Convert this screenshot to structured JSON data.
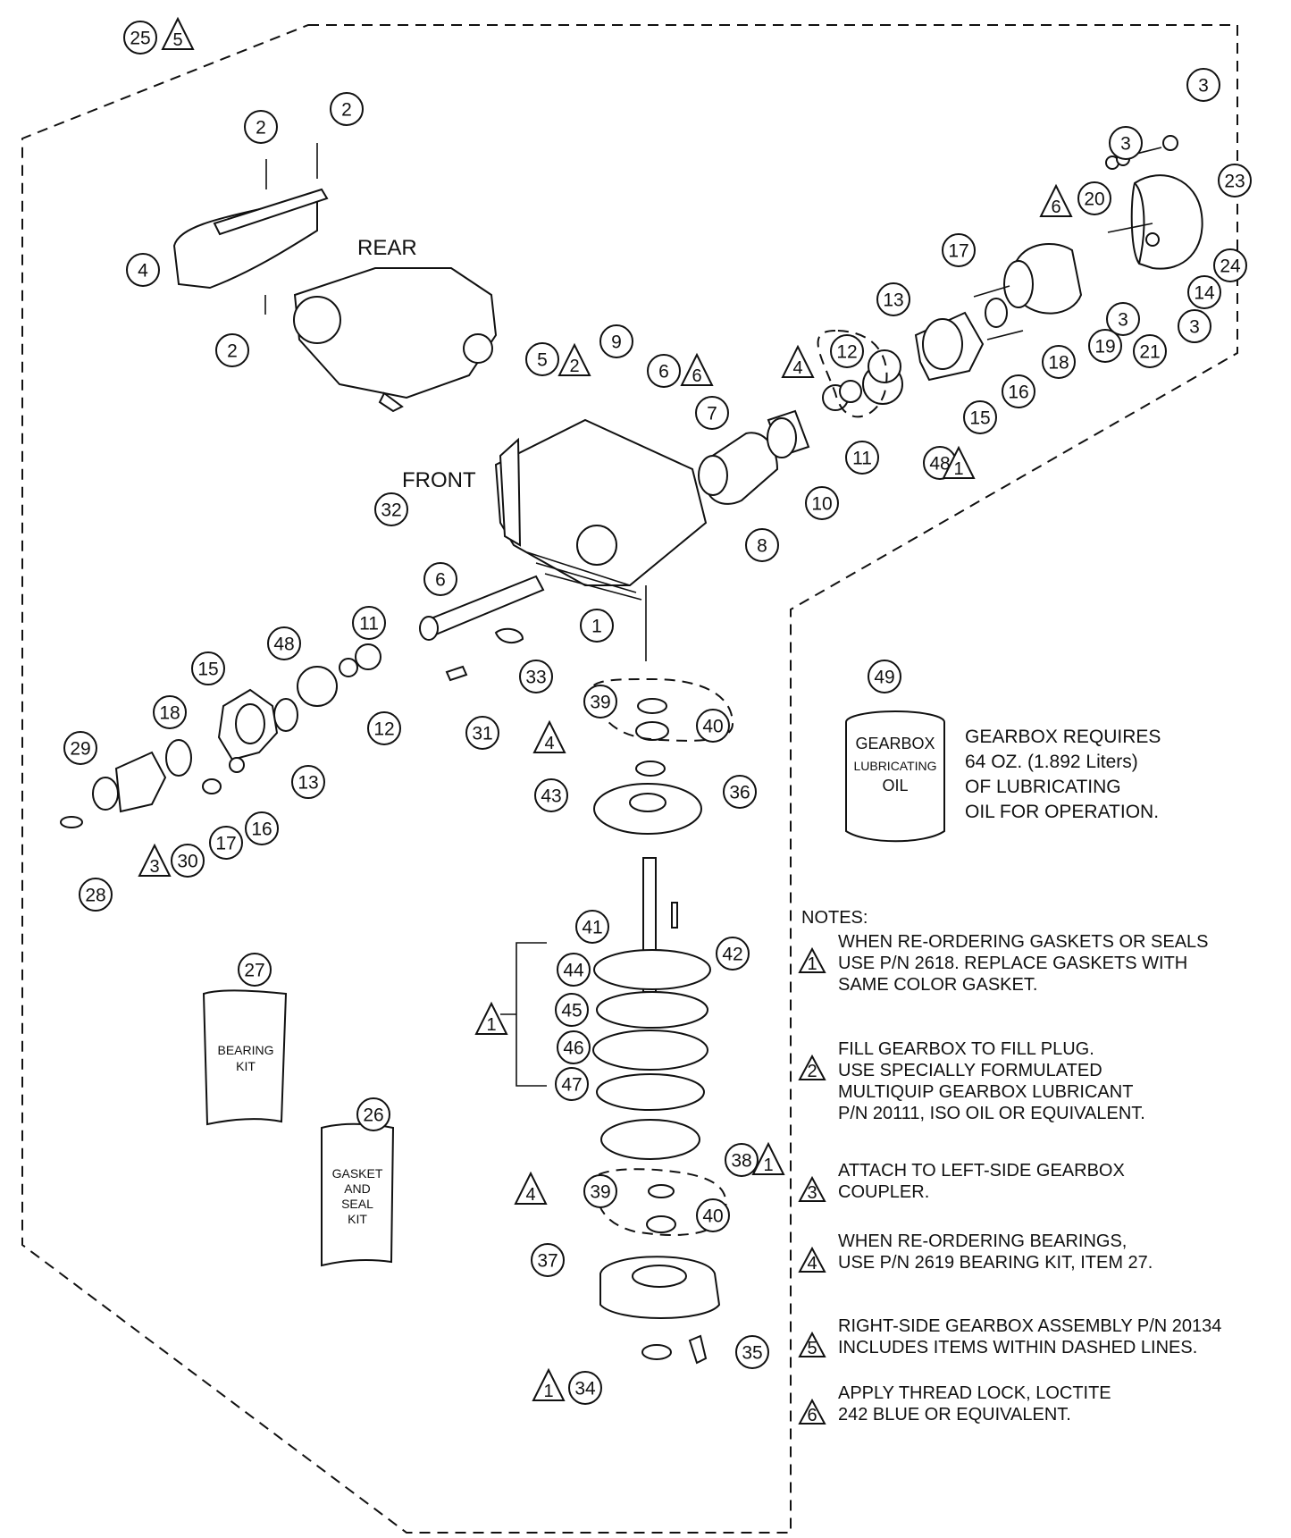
{
  "labels": {
    "rear": "REAR",
    "front": "FRONT"
  },
  "callouts": [
    {
      "id": "c25",
      "text": "25"
    },
    {
      "id": "c2a",
      "text": "2"
    },
    {
      "id": "c2b",
      "text": "2"
    },
    {
      "id": "c4",
      "text": "4"
    },
    {
      "id": "c2c",
      "text": "2"
    },
    {
      "id": "c5",
      "text": "5"
    },
    {
      "id": "c9",
      "text": "9"
    },
    {
      "id": "c6a",
      "text": "6"
    },
    {
      "id": "c7",
      "text": "7"
    },
    {
      "id": "c32",
      "text": "32"
    },
    {
      "id": "c6b",
      "text": "6"
    },
    {
      "id": "c8",
      "text": "8"
    },
    {
      "id": "c10",
      "text": "10"
    },
    {
      "id": "c12a",
      "text": "12"
    },
    {
      "id": "c11a",
      "text": "11"
    },
    {
      "id": "c13a",
      "text": "13"
    },
    {
      "id": "c48a",
      "text": "48"
    },
    {
      "id": "c15a",
      "text": "15"
    },
    {
      "id": "c16a",
      "text": "16"
    },
    {
      "id": "c17a",
      "text": "17"
    },
    {
      "id": "c18a",
      "text": "18"
    },
    {
      "id": "c19",
      "text": "19"
    },
    {
      "id": "c20",
      "text": "20"
    },
    {
      "id": "c21",
      "text": "21"
    },
    {
      "id": "c3a",
      "text": "3"
    },
    {
      "id": "c3b",
      "text": "3"
    },
    {
      "id": "c3c",
      "text": "3"
    },
    {
      "id": "c3d",
      "text": "3"
    },
    {
      "id": "c14",
      "text": "14"
    },
    {
      "id": "c23",
      "text": "23"
    },
    {
      "id": "c24",
      "text": "24"
    },
    {
      "id": "c1",
      "text": "1"
    },
    {
      "id": "c33",
      "text": "33"
    },
    {
      "id": "c31",
      "text": "31"
    },
    {
      "id": "c11b",
      "text": "11"
    },
    {
      "id": "c12b",
      "text": "12"
    },
    {
      "id": "c48b",
      "text": "48"
    },
    {
      "id": "c13b",
      "text": "13"
    },
    {
      "id": "c15b",
      "text": "15"
    },
    {
      "id": "c18b",
      "text": "18"
    },
    {
      "id": "c29",
      "text": "29"
    },
    {
      "id": "c30",
      "text": "30"
    },
    {
      "id": "c17b",
      "text": "17"
    },
    {
      "id": "c16b",
      "text": "16"
    },
    {
      "id": "c28",
      "text": "28"
    },
    {
      "id": "c39a",
      "text": "39"
    },
    {
      "id": "c40a",
      "text": "40"
    },
    {
      "id": "c36",
      "text": "36"
    },
    {
      "id": "c43",
      "text": "43"
    },
    {
      "id": "c41",
      "text": "41"
    },
    {
      "id": "c42",
      "text": "42"
    },
    {
      "id": "c44",
      "text": "44"
    },
    {
      "id": "c45",
      "text": "45"
    },
    {
      "id": "c46",
      "text": "46"
    },
    {
      "id": "c47",
      "text": "47"
    },
    {
      "id": "c38",
      "text": "38"
    },
    {
      "id": "c39b",
      "text": "39"
    },
    {
      "id": "c40b",
      "text": "40"
    },
    {
      "id": "c37",
      "text": "37"
    },
    {
      "id": "c34",
      "text": "34"
    },
    {
      "id": "c35",
      "text": "35"
    },
    {
      "id": "c27",
      "text": "27"
    },
    {
      "id": "c26",
      "text": "26"
    },
    {
      "id": "c49",
      "text": "49"
    }
  ],
  "triangles": [
    {
      "id": "t5a",
      "text": "5"
    },
    {
      "id": "t2",
      "text": "2"
    },
    {
      "id": "t6a",
      "text": "6"
    },
    {
      "id": "t4a",
      "text": "4"
    },
    {
      "id": "t1a",
      "text": "1"
    },
    {
      "id": "t6b",
      "text": "6"
    },
    {
      "id": "t3",
      "text": "3"
    },
    {
      "id": "t4b",
      "text": "4"
    },
    {
      "id": "t1b",
      "text": "1"
    },
    {
      "id": "t1c",
      "text": "1"
    },
    {
      "id": "t4c",
      "text": "4"
    },
    {
      "id": "t1d",
      "text": "1"
    }
  ],
  "kits": {
    "bearing_kit": [
      "BEARING",
      "KIT"
    ],
    "gasket_kit": [
      "GASKET",
      "AND",
      "SEAL",
      "KIT"
    ],
    "oil_can": [
      "GEARBOX",
      "LUBRICATING",
      "OIL"
    ]
  },
  "oil_requirement": "GEARBOX REQUIRES\n64 OZ.  (1.892 Liters)\nOF LUBRICATING\nOIL FOR OPERATION.",
  "notes": {
    "title": "NOTES:",
    "items": [
      {
        "marker": "1",
        "text": "WHEN RE-ORDERING GASKETS OR SEALS\nUSE P/N 2618. REPLACE GASKETS WITH\nSAME COLOR GASKET."
      },
      {
        "marker": "2",
        "text": "FILL GEARBOX TO FILL PLUG.\nUSE SPECIALLY FORMULATED\nMULTIQUIP GEARBOX LUBRICANT\nP/N 20111, ISO OIL OR EQUIVALENT."
      },
      {
        "marker": "3",
        "text": "ATTACH TO LEFT-SIDE GEARBOX\nCOUPLER."
      },
      {
        "marker": "4",
        "text": "WHEN RE-ORDERING BEARINGS,\nUSE P/N 2619 BEARING KIT, ITEM  27."
      },
      {
        "marker": "5",
        "text": "RIGHT-SIDE GEARBOX ASSEMBLY P/N 20134\nINCLUDES  ITEMS WITHIN DASHED LINES."
      },
      {
        "marker": "6",
        "text": "APPLY THREAD LOCK, LOCTITE\n242 BLUE OR EQUIVALENT."
      }
    ]
  }
}
